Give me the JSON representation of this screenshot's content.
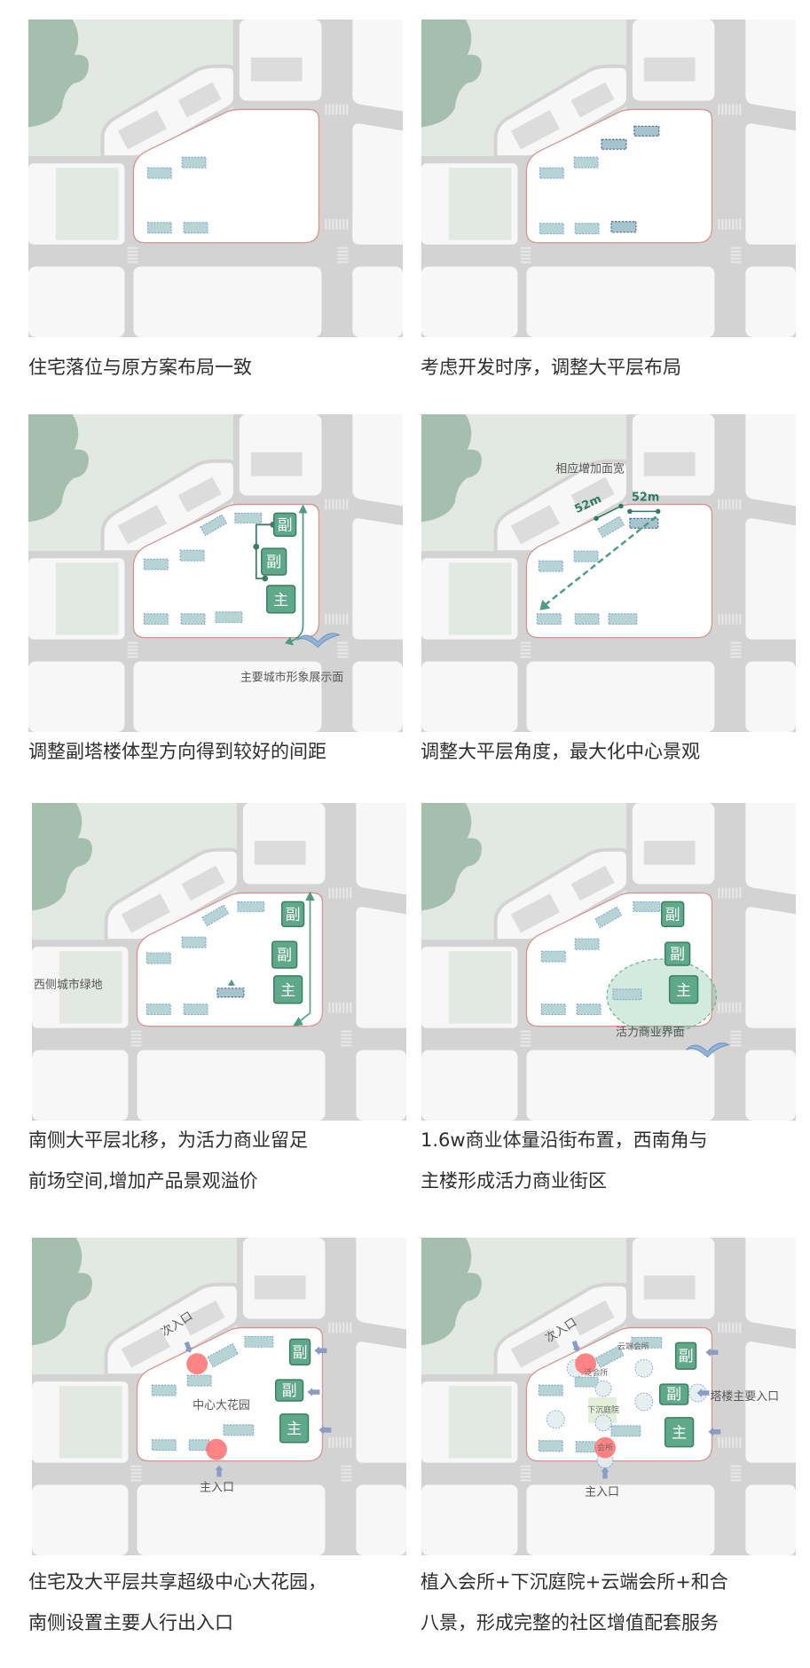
{
  "labels": {
    "tower_secondary": "副",
    "tower_main": "主"
  },
  "colors": {
    "tower": "#5fa98b",
    "residential_block": "#b6d4d4",
    "site_outline": "#d69494",
    "park": "#e2e8e2",
    "road": "#d3d3d3",
    "entrance_marker": "#ff7070",
    "arrow": "#8a9bc4"
  },
  "panels": [
    {
      "caption": [
        "住宅落位与原方案布局一致"
      ]
    },
    {
      "caption": [
        "考虑开发时序，调整大平层布局"
      ]
    },
    {
      "caption": [
        "调整副塔楼体型方向得到较好的间距"
      ],
      "label_frontage": "主要城市形象展示面"
    },
    {
      "caption": [
        "调整大平层角度，最大化中心景观"
      ],
      "label_width": "相应增加面宽",
      "dim_1": "52m",
      "dim_2": "52m"
    },
    {
      "caption": [
        "南侧大平层北移，为活力商业留足",
        "前场空间,增加产品景观溢价"
      ],
      "label_green": "西侧城市绿地"
    },
    {
      "caption": [
        "1.6w商业体量沿街布置，西南角与",
        "主楼形成活力商业街区"
      ],
      "label_commercial": "活力商业界面"
    },
    {
      "caption": [
        "住宅及大平层共享超级中心大花园，",
        "南侧设置主要人行出入口"
      ],
      "label_secondary_entrance": "次入口",
      "label_garden": "中心大花园",
      "label_main_entrance": "主入口"
    },
    {
      "caption": [
        "植入会所+下沉庭院+云端会所+和合",
        "八景，形成完整的社区增值配套服务"
      ],
      "label_secondary_entrance": "次入口",
      "label_sky_club": "云端会所",
      "label_pan_club": "泛会所",
      "label_sunken_court": "下沉庭院",
      "label_club": "会所",
      "label_tower_entrance": "塔楼主要入口",
      "label_main_entrance": "主入口"
    }
  ]
}
